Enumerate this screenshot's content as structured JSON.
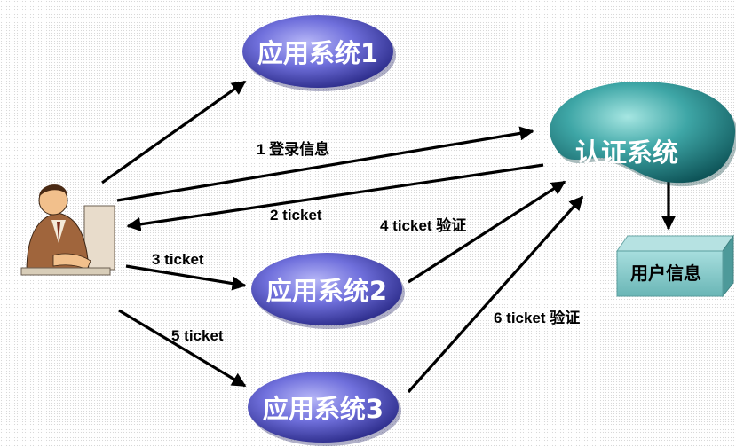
{
  "nodes": {
    "app1": {
      "label": "应用系统1"
    },
    "app2": {
      "label": "应用系统2"
    },
    "app3": {
      "label": "应用系统3"
    },
    "auth": {
      "label": "认证系统"
    },
    "userinfo": {
      "label": "用户信息"
    }
  },
  "edges": {
    "e1": {
      "label": "1 登录信息"
    },
    "e2": {
      "label": "2 ticket"
    },
    "e3": {
      "label": "3 ticket"
    },
    "e4": {
      "label": "4 ticket 验证"
    },
    "e5": {
      "label": "5 ticket"
    },
    "e6": {
      "label": "6 ticket 验证"
    }
  },
  "colors": {
    "app_fill_light": "#9a9af2",
    "app_fill_dark": "#2a2a8c",
    "auth_fill_light": "#7fd4d0",
    "auth_fill_dark": "#14676b",
    "userinfo_fill": "#82c8c8",
    "userinfo_side": "#4d9a9a",
    "arrow": "#000000"
  },
  "icons": {
    "user": "user-at-computer-icon"
  }
}
